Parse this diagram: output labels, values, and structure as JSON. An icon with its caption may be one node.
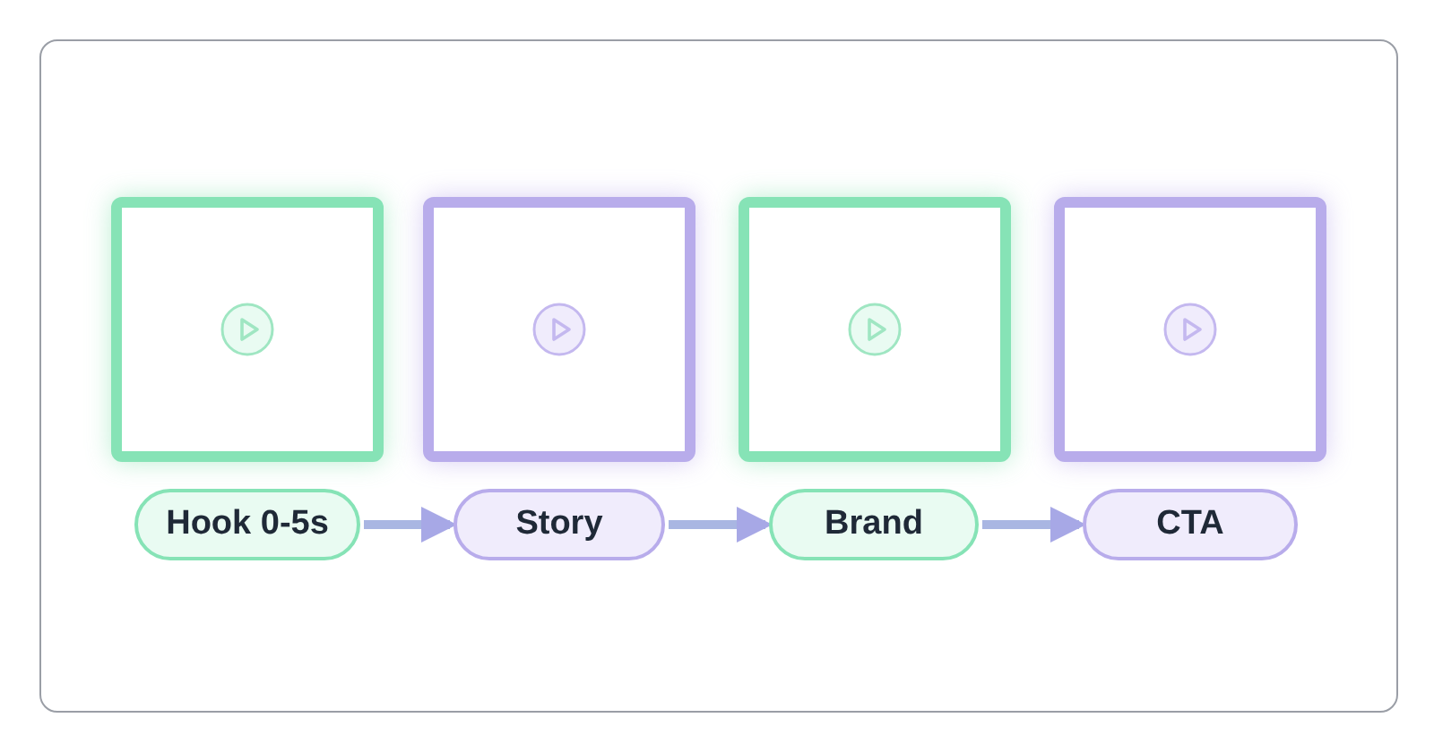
{
  "diagram": {
    "nodes": [
      {
        "text": [
          "Hook 0-5s"
        ]
      },
      {
        "text": [
          "Story"
        ]
      },
      {
        "text": [
          "Brand"
        ]
      },
      {
        "text": [
          "CTA"
        ]
      }
    ],
    "edges": [
      {
        "from": 0,
        "to": 1,
        "arrow": "to"
      },
      {
        "from": 1,
        "to": 2,
        "arrow": "to"
      },
      {
        "from": 2,
        "to": 3,
        "arrow": "to"
      }
    ]
  }
}
